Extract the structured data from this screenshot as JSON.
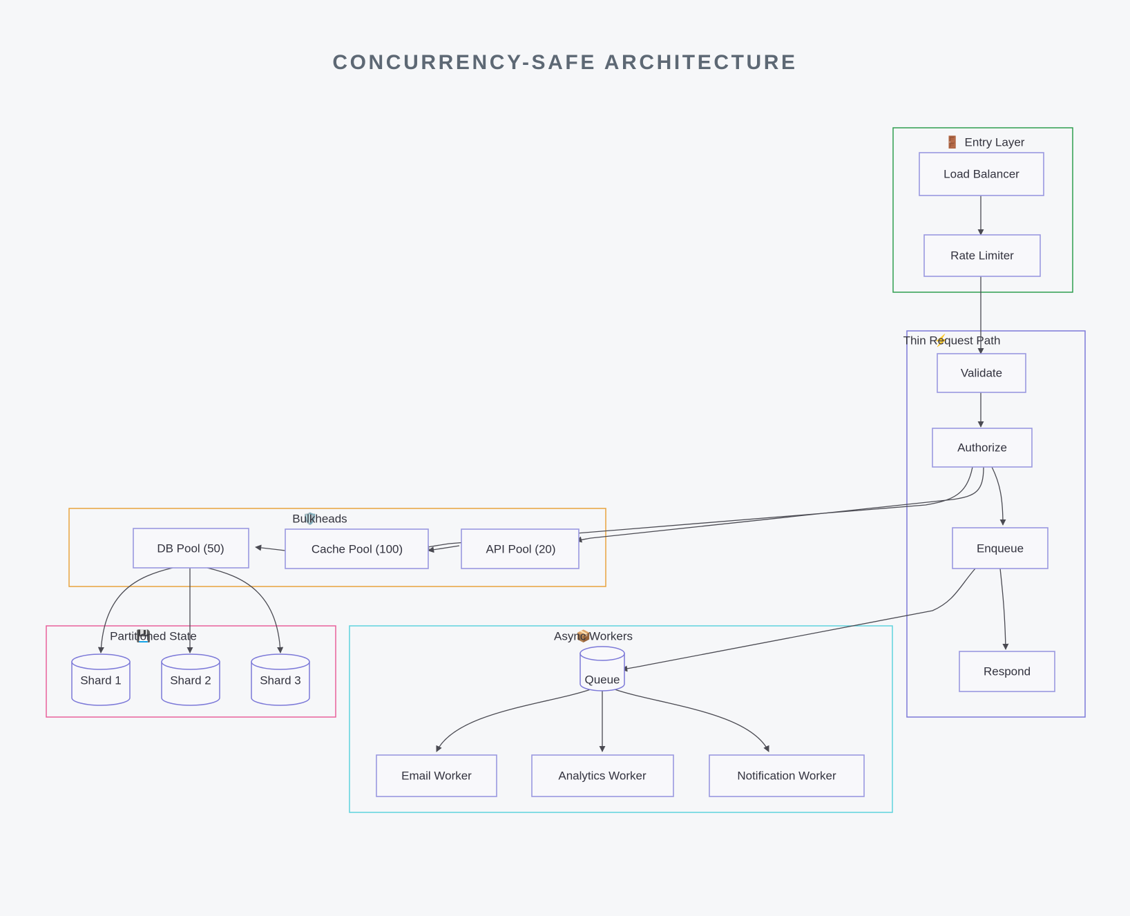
{
  "title": "CONCURRENCY-SAFE ARCHITECTURE",
  "theme": {
    "background": "#f6f7f9",
    "title_color": "#5d6874",
    "node_fill": "#f8f8fb",
    "node_stroke": "#9a98e0",
    "edge_stroke": "#4a4a52",
    "text_color": "#32323e"
  },
  "clusters": [
    {
      "id": "entry-layer",
      "label": "Entry Layer",
      "emoji": "🚪",
      "emoji_name": "door-icon",
      "border_color": "#2f9e4f"
    },
    {
      "id": "thin-request-path",
      "label": "Thin Request Path",
      "emoji": "⚡",
      "emoji_name": "lightning-bolt-icon",
      "border_color": "#7b78d8"
    },
    {
      "id": "bulkheads",
      "label": "Bulkheads",
      "emoji": "🛡️",
      "emoji_name": "shield-icon",
      "border_color": "#e8a33d"
    },
    {
      "id": "partitioned-state",
      "label": "Partitioned State",
      "emoji": "💾",
      "emoji_name": "floppy-disk-icon",
      "border_color": "#e8609a"
    },
    {
      "id": "async-workers",
      "label": "Async Workers",
      "emoji": "📦",
      "emoji_name": "package-icon",
      "border_color": "#5fd3dd"
    }
  ],
  "nodes": [
    {
      "id": "load-balancer",
      "label": "Load Balancer",
      "shape": "rect",
      "cluster": "entry-layer"
    },
    {
      "id": "rate-limiter",
      "label": "Rate Limiter",
      "shape": "rect",
      "cluster": "entry-layer"
    },
    {
      "id": "validate",
      "label": "Validate",
      "shape": "rect",
      "cluster": "thin-request-path"
    },
    {
      "id": "authorize",
      "label": "Authorize",
      "shape": "rect",
      "cluster": "thin-request-path"
    },
    {
      "id": "enqueue",
      "label": "Enqueue",
      "shape": "rect",
      "cluster": "thin-request-path"
    },
    {
      "id": "respond",
      "label": "Respond",
      "shape": "rect",
      "cluster": "thin-request-path"
    },
    {
      "id": "db-pool",
      "label": "DB Pool (50)",
      "shape": "rect",
      "cluster": "bulkheads"
    },
    {
      "id": "cache-pool",
      "label": "Cache Pool (100)",
      "shape": "rect",
      "cluster": "bulkheads"
    },
    {
      "id": "api-pool",
      "label": "API Pool (20)",
      "shape": "rect",
      "cluster": "bulkheads"
    },
    {
      "id": "shard-1",
      "label": "Shard 1",
      "shape": "cylinder",
      "cluster": "partitioned-state"
    },
    {
      "id": "shard-2",
      "label": "Shard 2",
      "shape": "cylinder",
      "cluster": "partitioned-state"
    },
    {
      "id": "shard-3",
      "label": "Shard 3",
      "shape": "cylinder",
      "cluster": "partitioned-state"
    },
    {
      "id": "queue",
      "label": "Queue",
      "shape": "cylinder",
      "cluster": "async-workers"
    },
    {
      "id": "email-worker",
      "label": "Email Worker",
      "shape": "rect",
      "cluster": "async-workers"
    },
    {
      "id": "analytics-worker",
      "label": "Analytics Worker",
      "shape": "rect",
      "cluster": "async-workers"
    },
    {
      "id": "notification-worker",
      "label": "Notification Worker",
      "shape": "rect",
      "cluster": "async-workers"
    }
  ],
  "edges": [
    {
      "from": "load-balancer",
      "to": "rate-limiter"
    },
    {
      "from": "rate-limiter",
      "to": "validate"
    },
    {
      "from": "validate",
      "to": "authorize"
    },
    {
      "from": "authorize",
      "to": "cache-pool"
    },
    {
      "from": "authorize",
      "to": "api-pool"
    },
    {
      "from": "authorize",
      "to": "enqueue"
    },
    {
      "from": "enqueue",
      "to": "queue"
    },
    {
      "from": "enqueue",
      "to": "respond"
    },
    {
      "from": "cache-pool",
      "to": "db-pool"
    },
    {
      "from": "api-pool",
      "to": "cache-pool"
    },
    {
      "from": "db-pool",
      "to": "shard-1"
    },
    {
      "from": "db-pool",
      "to": "shard-2"
    },
    {
      "from": "db-pool",
      "to": "shard-3"
    },
    {
      "from": "queue",
      "to": "email-worker"
    },
    {
      "from": "queue",
      "to": "analytics-worker"
    },
    {
      "from": "queue",
      "to": "notification-worker"
    }
  ]
}
